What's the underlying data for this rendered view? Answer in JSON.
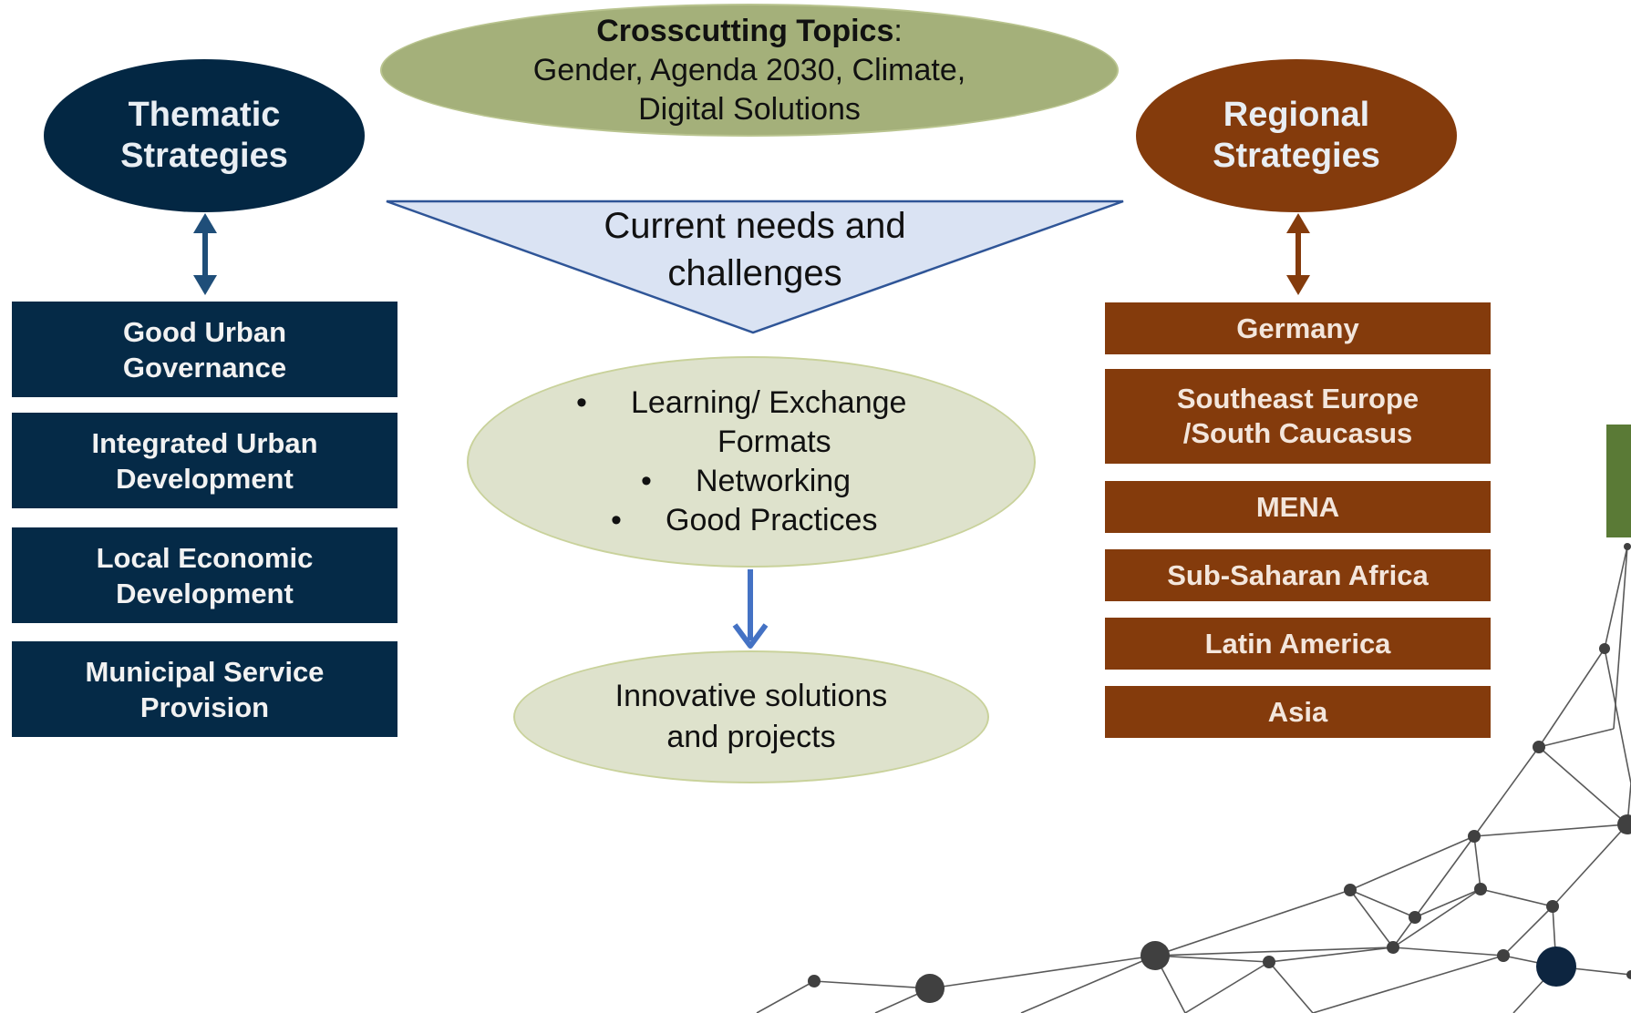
{
  "crosscutting": {
    "title": "Crosscutting Topics",
    "colon": ":",
    "line2": "Gender, Agenda 2030, Climate,",
    "line3": "Digital Solutions"
  },
  "thematic": {
    "oval_line1": "Thematic",
    "oval_line2": "Strategies",
    "boxes": [
      {
        "line1": "Good Urban",
        "line2": "Governance"
      },
      {
        "line1": "Integrated Urban",
        "line2": "Development"
      },
      {
        "line1": "Local Economic",
        "line2": "Development"
      },
      {
        "line1": "Municipal Service",
        "line2": "Provision"
      }
    ]
  },
  "regional": {
    "oval_line1": "Regional",
    "oval_line2": "Strategies",
    "boxes": [
      {
        "line1": "Germany"
      },
      {
        "line1": "Southeast Europe",
        "line2": "/South Caucasus"
      },
      {
        "line1": "MENA"
      },
      {
        "line1": "Sub-Saharan  Africa"
      },
      {
        "line1": "Latin America"
      },
      {
        "line1": "Asia"
      }
    ]
  },
  "needs": {
    "line1": "Current needs and",
    "line2": "challenges"
  },
  "learning": {
    "bullet": "•",
    "item1_line1": "Learning/ Exchange",
    "item1_line2": "Formats",
    "item2": "Networking",
    "item3": "Good Practices"
  },
  "innovative": {
    "line1": "Innovative solutions",
    "line2": "and projects"
  },
  "colors": {
    "thematic_navy": "#052a47",
    "regional_brown": "#843b0c",
    "crosscut_green": "#a4b07a",
    "light_ellipse": "#dee2cc",
    "triangle_fill": "#dae3f3",
    "arrow_blue": "#4472c4",
    "network_gray": "#595959"
  }
}
